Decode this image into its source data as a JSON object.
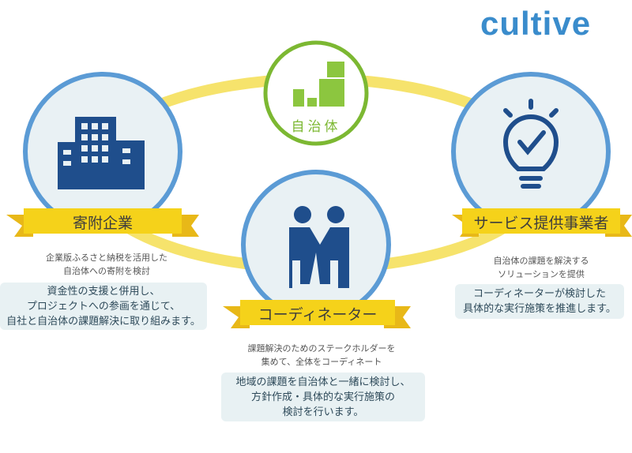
{
  "brand": {
    "logo_text": "cultive",
    "color": "#3a8ccc"
  },
  "colors": {
    "ring": "#f6e36c",
    "circle_border": "#5b9bd5",
    "circle_fill": "#e9f1f4",
    "gov_green": "#7cb832",
    "ribbon": "#f5d21a",
    "icon_navy": "#1f4e8c"
  },
  "center": {
    "label": "自治体",
    "icon": "building-blocks-icon"
  },
  "left": {
    "label": "寄附企業",
    "icon": "office-building-icon",
    "summary": [
      "企業版ふるさと納税を活用した",
      "自治体への寄附を検討"
    ],
    "detail": [
      "資金性の支援と併用し、",
      "プロジェクトへの参画を通じて、",
      "自社と自治体の課題解決に取り組みます。"
    ]
  },
  "middle": {
    "label": "コーディネーター",
    "icon": "handshake-icon",
    "summary": [
      "課題解決のためのステークホルダーを",
      "集めて、全体をコーディネート"
    ],
    "detail": [
      "地域の課題を自治体と一緒に検討し、",
      "方針作成・具体的な実行施策の",
      "検討を行います。"
    ]
  },
  "right": {
    "label": "サービス提供事業者",
    "icon": "lightbulb-check-icon",
    "summary": [
      "自治体の課題を解決する",
      "ソリューションを提供"
    ],
    "detail": [
      "コーディネーターが検討した",
      "具体的な実行施策を推進します。"
    ]
  }
}
